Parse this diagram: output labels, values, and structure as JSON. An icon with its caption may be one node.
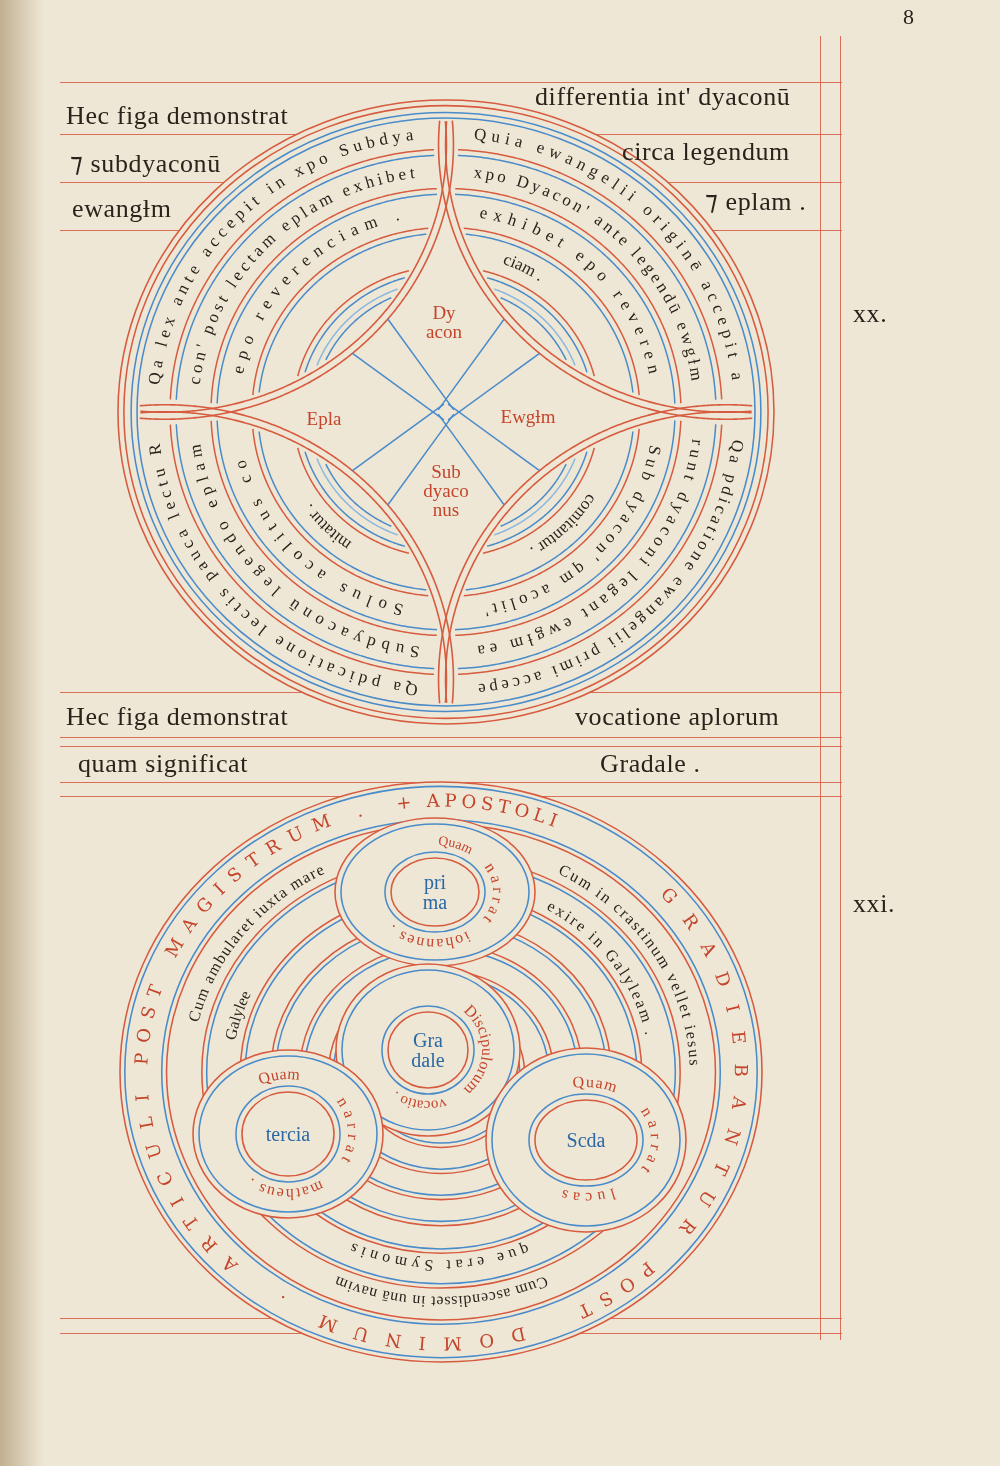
{
  "diagram": {
    "nodes": [
      {
        "text": [
          "Qa lex ante accepit in xpo Subdya",
          "con' post lectam eplam exhibet",
          "epo reverenciam .",
          "Quia ewangelii originē accepit a",
          "xpo Dyacon' ante legendū ewgƚm",
          "exhibet epo reveren",
          "ciam .",
          "Qa pdicatione ewangelii primi accepe",
          "runt dyaconi legant ewgƚm ea",
          "Sub dyacon' qm acolit'",
          "comitantur .",
          "Qa pdicatione lectis pauca lectu R",
          "Subdyaconū legendo eplam",
          "Solus acolitus co",
          "mitatur ."
        ]
      },
      {
        "text": [
          "Dy acon",
          "Epla",
          "Ewgƚm",
          "Sub dyaco nus"
        ],
        "in": 0
      },
      {
        "text": [
          "+ APOSTOLI",
          "GRADIEBANTUR",
          "POST",
          "DOMINUM .",
          "ARTICULI",
          "POST",
          "MAGISTRUM .",
          "Cum ambularet iuxta mare",
          "Galylee",
          "Cum in crastinum vellet iesus",
          "exire in Galyleam .",
          "Cum ascendisset in unā navim",
          "que erat Symonis"
        ]
      },
      {
        "text": [
          "Quam",
          "narrat",
          "iohannes ."
        ],
        "in": 2
      },
      {
        "text": [
          "pri ma"
        ],
        "in": 3
      },
      {
        "text": [
          "Discipulorum",
          "vocatio ."
        ],
        "in": 2
      },
      {
        "text": [
          "Gra dale"
        ],
        "in": 5
      },
      {
        "text": [
          "Quam",
          "narrat",
          "matheus ."
        ],
        "in": 2
      },
      {
        "text": [
          "tercia"
        ],
        "in": 7
      },
      {
        "text": [
          "Quam",
          "narrat",
          "lucas"
        ],
        "in": 2
      },
      {
        "text": [
          "Scda"
        ],
        "in": 9
      }
    ],
    "labels": [
      "8",
      "Hec figa demonstrat",
      "differentia int' dyaconū",
      "⁊ subdyaconū",
      "circa legendum",
      "ewangƚm",
      "⁊ eplam .",
      "xx.",
      "Hec figa demonstrat",
      "vocatione aplorum",
      "quam significat",
      "Gradale .",
      "xxi."
    ]
  }
}
